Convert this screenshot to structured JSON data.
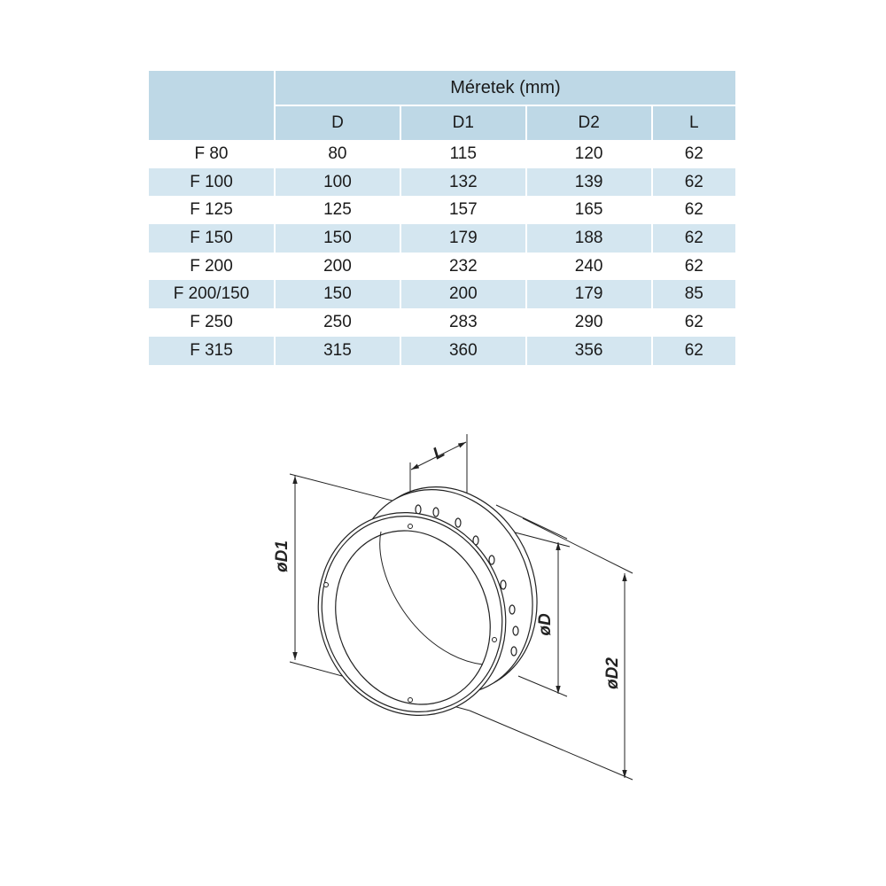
{
  "table": {
    "group_header": "Méretek (mm)",
    "columns": [
      "D",
      "D1",
      "D2",
      "L"
    ],
    "rows": [
      {
        "model": "F 80",
        "values": [
          "80",
          "115",
          "120",
          "62"
        ]
      },
      {
        "model": "F 100",
        "values": [
          "100",
          "132",
          "139",
          "62"
        ]
      },
      {
        "model": "F 125",
        "values": [
          "125",
          "157",
          "165",
          "62"
        ]
      },
      {
        "model": "F 150",
        "values": [
          "150",
          "179",
          "188",
          "62"
        ]
      },
      {
        "model": "F 200",
        "values": [
          "200",
          "232",
          "240",
          "62"
        ]
      },
      {
        "model": "F 200/150",
        "values": [
          "150",
          "200",
          "179",
          "85"
        ]
      },
      {
        "model": "F 250",
        "values": [
          "250",
          "283",
          "290",
          "62"
        ]
      },
      {
        "model": "F 315",
        "values": [
          "315",
          "360",
          "356",
          "62"
        ]
      }
    ]
  },
  "drawing": {
    "labels": {
      "L": "L",
      "D1": "øD1",
      "D": "øD",
      "D2": "øD2"
    }
  }
}
